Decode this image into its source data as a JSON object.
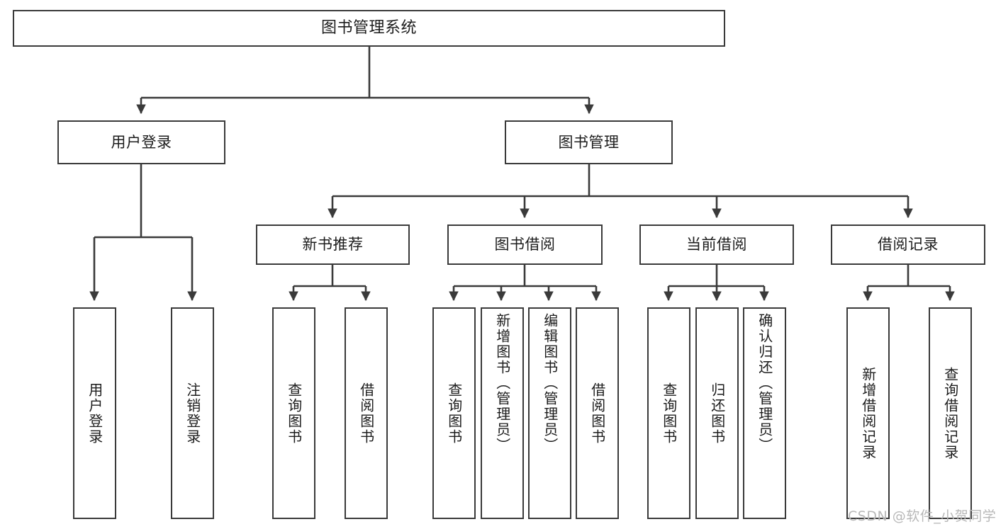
{
  "diagram": {
    "type": "tree-hierarchy",
    "title": "图书管理系统",
    "watermark": "CSDN @软件_小贺同学",
    "colors": {
      "stroke": "#3a3a3a",
      "fill": "#ffffff",
      "text": "#1c1c1c",
      "watermark": "#b8b8b8"
    },
    "nodes": {
      "root": {
        "label": "图书管理系统"
      },
      "level2": [
        {
          "id": "user-login",
          "label": "用户登录"
        },
        {
          "id": "book-manage",
          "label": "图书管理"
        }
      ],
      "level3": [
        {
          "id": "new-book-recommend",
          "label": "新书推荐"
        },
        {
          "id": "book-borrow",
          "label": "图书借阅"
        },
        {
          "id": "current-borrow",
          "label": "当前借阅"
        },
        {
          "id": "borrow-record",
          "label": "借阅记录"
        }
      ],
      "leaves": {
        "user-login": [
          {
            "id": "leaf-user-login",
            "label": "用户登录"
          },
          {
            "id": "leaf-logout",
            "label": "注销登录"
          }
        ],
        "new-book-recommend": [
          {
            "id": "leaf-query-book-1",
            "label": "查询图书"
          },
          {
            "id": "leaf-borrow-book-1",
            "label": "借阅图书"
          }
        ],
        "book-borrow": [
          {
            "id": "leaf-query-book-2",
            "label": "查询图书"
          },
          {
            "id": "leaf-add-book",
            "label": "新增图书（管理员）"
          },
          {
            "id": "leaf-edit-book",
            "label": "编辑图书（管理员）"
          },
          {
            "id": "leaf-borrow-book-2",
            "label": "借阅图书"
          }
        ],
        "current-borrow": [
          {
            "id": "leaf-query-book-3",
            "label": "查询图书"
          },
          {
            "id": "leaf-return-book",
            "label": "归还图书"
          },
          {
            "id": "leaf-confirm-return",
            "label": "确认归还（管理员）"
          }
        ],
        "borrow-record": [
          {
            "id": "leaf-add-record",
            "label": "新增借阅记录"
          },
          {
            "id": "leaf-query-record",
            "label": "查询借阅记录"
          }
        ]
      }
    }
  }
}
